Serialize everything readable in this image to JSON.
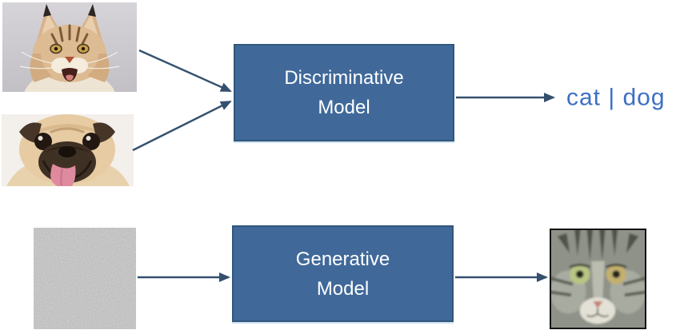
{
  "boxes": {
    "discriminative": {
      "line1": "Discriminative",
      "line2": "Model"
    },
    "generative": {
      "line1": "Generative",
      "line2": "Model"
    }
  },
  "output_label": {
    "text": "cat | dog"
  },
  "images": {
    "cat_photo": {
      "alt": "photo of a cat"
    },
    "dog_photo": {
      "alt": "photo of a pug dog"
    },
    "noise": {
      "alt": "random noise"
    },
    "generated_cat": {
      "alt": "generated cat face"
    }
  },
  "arrows": [
    {
      "name": "cat-to-discriminative"
    },
    {
      "name": "dog-to-discriminative"
    },
    {
      "name": "discriminative-to-output"
    },
    {
      "name": "noise-to-generative"
    },
    {
      "name": "generative-to-output"
    }
  ],
  "colors": {
    "box_fill": "#40699A",
    "box_border": "#31567D",
    "box_text": "#FFFFFF",
    "arrow": "#35506E",
    "output_text": "#3D6FC4"
  }
}
